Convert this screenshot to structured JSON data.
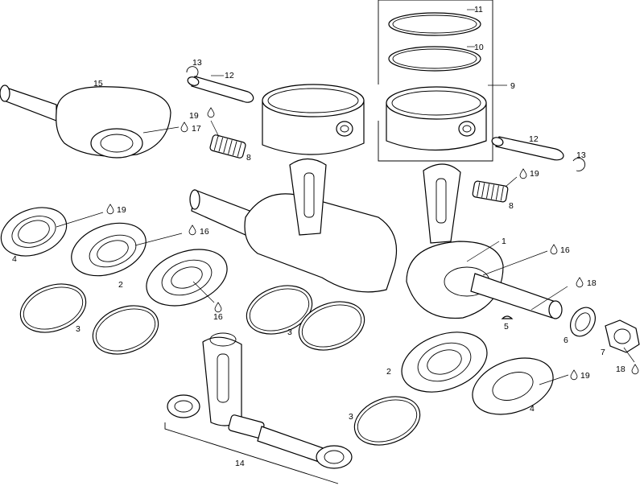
{
  "callouts": [
    {
      "id": "c11",
      "text": "11"
    },
    {
      "id": "c10",
      "text": "10"
    },
    {
      "id": "c9",
      "text": "9"
    },
    {
      "id": "c13a",
      "text": "13"
    },
    {
      "id": "c12a",
      "text": "12"
    },
    {
      "id": "c15",
      "text": "15"
    },
    {
      "id": "c19a",
      "text": "19"
    },
    {
      "id": "c17",
      "text": "17"
    },
    {
      "id": "c8a",
      "text": "8"
    },
    {
      "id": "c12b",
      "text": "12"
    },
    {
      "id": "c13b",
      "text": "13"
    },
    {
      "id": "c19b",
      "text": "19"
    },
    {
      "id": "c8b",
      "text": "8"
    },
    {
      "id": "c19c",
      "text": "19"
    },
    {
      "id": "c4a",
      "text": "4"
    },
    {
      "id": "c16a",
      "text": "16"
    },
    {
      "id": "c2a",
      "text": "2"
    },
    {
      "id": "c16b",
      "text": "16"
    },
    {
      "id": "c3a",
      "text": "3"
    },
    {
      "id": "c3b",
      "text": "3"
    },
    {
      "id": "c1",
      "text": "1"
    },
    {
      "id": "c16c",
      "text": "16"
    },
    {
      "id": "c18a",
      "text": "18"
    },
    {
      "id": "c5",
      "text": "5"
    },
    {
      "id": "c6",
      "text": "6"
    },
    {
      "id": "c7",
      "text": "7"
    },
    {
      "id": "c18b",
      "text": "18"
    },
    {
      "id": "c2b",
      "text": "2"
    },
    {
      "id": "c19d",
      "text": "19"
    },
    {
      "id": "c4b",
      "text": "4"
    },
    {
      "id": "c3c",
      "text": "3"
    },
    {
      "id": "c14",
      "text": "14"
    }
  ],
  "icons": {
    "lubricant_drop": "drop-icon"
  }
}
